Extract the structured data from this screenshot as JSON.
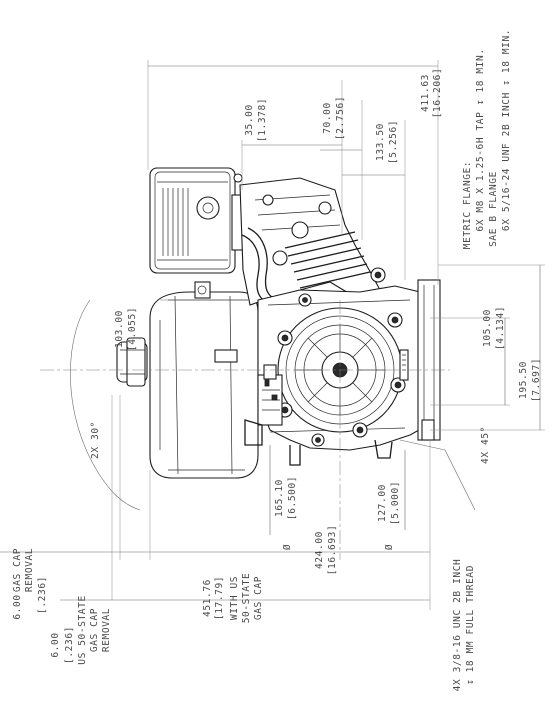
{
  "drawing": {
    "title": "",
    "dims": {
      "overall_width_mm": "411.63",
      "overall_width_in": "[16.206]",
      "d35_mm": "35.00",
      "d35_in": "[1.378]",
      "d70_mm": "70.00",
      "d70_in": "[2.756]",
      "d133_mm": "133.50",
      "d133_in": "[5.256]",
      "d103_mm": "103.00",
      "d103_in": "[4.055]",
      "d105_mm": "105.00",
      "d105_in": "[4.134]",
      "d195_mm": "195.50",
      "d195_in": "[7.697]",
      "dia165_mm": "165.10",
      "dia165_in": "[6.500]",
      "dia127_mm": "127.00",
      "dia127_in": "[5.000]",
      "d424_mm": "424.00",
      "d424_in": "[16.693]",
      "d451_mm": "451.76",
      "d451_in": "[17.79]",
      "gascap_mm": "6.00",
      "gascap_in": "[.236]",
      "gascap2_mm": "6.00",
      "gascap2_in": "[.236]",
      "diameter_symbol": "Ø",
      "angle_2x30": "2X 30°",
      "angle_4x45": "4X 45°"
    },
    "notes": {
      "flange_1": "METRIC FLANGE:",
      "flange_2": "6X M8 X 1.25-6H TAP ↧ 18 MIN.",
      "flange_3": "SAE B FLANGE",
      "flange_4": "6X 5/16-24 UNF 2B INCH ↧ 18 MIN.",
      "gascap_removal_1": "GAS CAP",
      "gascap_removal_2": "REMOVAL",
      "us50_1": "US 50-STATE",
      "us50_2": "GAS CAP",
      "us50_3": "REMOVAL",
      "withus_1": "WITH US",
      "withus_2": "50-STATE",
      "withus_3": "GAS CAP",
      "thread_1": "4X 3/8-16 UNC 2B INCH",
      "thread_2": "↧ 18 MM FULL THREAD"
    }
  }
}
